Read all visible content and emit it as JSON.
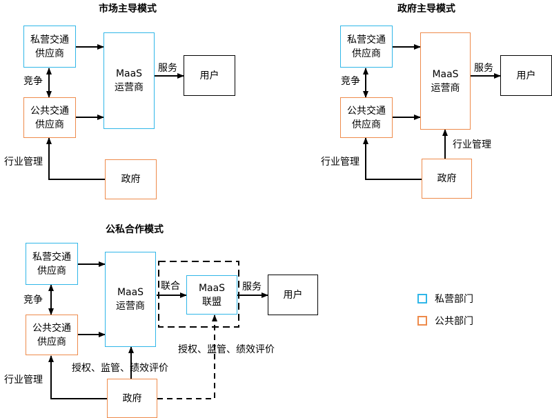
{
  "titles": {
    "market": "市场主导模式",
    "government": "政府主导模式",
    "ppp": "公私合作模式"
  },
  "nodes": {
    "private_provider": "私营交通\n供应商",
    "public_provider": "公共交通\n供应商",
    "maas_operator": "MaaS\n运营商",
    "maas_alliance": "MaaS\n联盟",
    "user": "用户",
    "government": "政府"
  },
  "edge_labels": {
    "competition": "竞争",
    "service": "服务",
    "industry_management": "行业管理",
    "alliance": "联合",
    "authorization": "授权、监管、绩效评价"
  },
  "legend": {
    "private_sector": "私营部门",
    "public_sector": "公共部门"
  },
  "colors": {
    "private": "#2fb6e8",
    "public": "#ee8a4a",
    "neutral": "#000000"
  }
}
